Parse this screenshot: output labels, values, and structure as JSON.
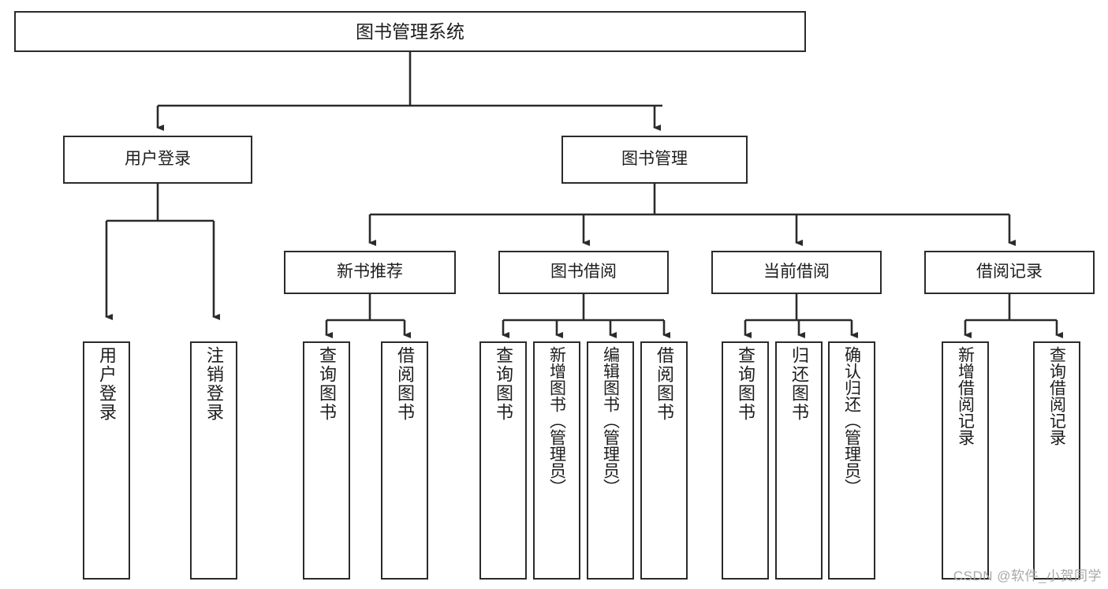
{
  "diagram": {
    "title": "图书管理系统",
    "type": "tree-hierarchy-diagram",
    "watermark": "CSDN @软件_小贺同学",
    "colors": {
      "stroke": "#2b2b2b",
      "fill": "#ffffff",
      "text": "#1d1d1d",
      "watermark": "#a8a8a8"
    },
    "root": {
      "label": "图书管理系统"
    },
    "level2": [
      {
        "id": "user-login",
        "label": "用户登录"
      },
      {
        "id": "book-manage",
        "label": "图书管理"
      }
    ],
    "level3": [
      {
        "id": "new-book-rec",
        "label": "新书推荐"
      },
      {
        "id": "book-borrow",
        "label": "图书借阅"
      },
      {
        "id": "current-borrow",
        "label": "当前借阅"
      },
      {
        "id": "borrow-record",
        "label": "借阅记录"
      }
    ],
    "leaves": [
      {
        "id": "leaf-user-login",
        "label": "用户登录",
        "parent": "user-login"
      },
      {
        "id": "leaf-user-logout",
        "label": "注销登录",
        "parent": "user-login"
      },
      {
        "id": "leaf-query-book-1",
        "label": "查询图书",
        "parent": "new-book-rec"
      },
      {
        "id": "leaf-borrow-book-1",
        "label": "借阅图书",
        "parent": "new-book-rec"
      },
      {
        "id": "leaf-query-book-2",
        "label": "查询图书",
        "parent": "book-borrow"
      },
      {
        "id": "leaf-add-book",
        "label": "新增图书（管理员）",
        "parent": "book-borrow"
      },
      {
        "id": "leaf-edit-book",
        "label": "编辑图书（管理员）",
        "parent": "book-borrow"
      },
      {
        "id": "leaf-borrow-book-2",
        "label": "借阅图书",
        "parent": "book-borrow"
      },
      {
        "id": "leaf-query-book-3",
        "label": "查询图书",
        "parent": "current-borrow"
      },
      {
        "id": "leaf-return-book",
        "label": "归还图书",
        "parent": "current-borrow"
      },
      {
        "id": "leaf-confirm-return",
        "label": "确认归还（管理员）",
        "parent": "current-borrow"
      },
      {
        "id": "leaf-add-record",
        "label": "新增借阅记录",
        "parent": "borrow-record"
      },
      {
        "id": "leaf-query-record",
        "label": "查询借阅记录",
        "parent": "borrow-record"
      }
    ]
  }
}
